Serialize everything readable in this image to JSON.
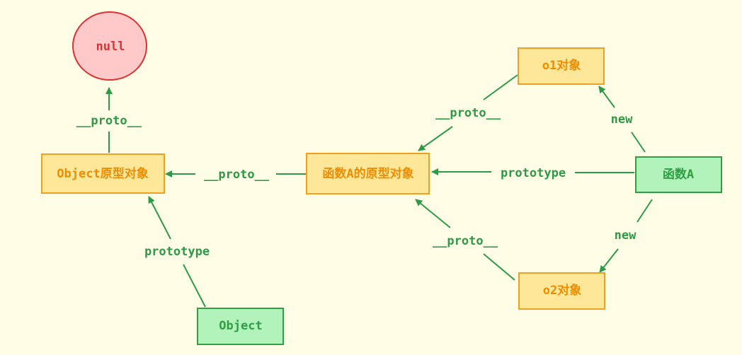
{
  "nodes": {
    "null": {
      "label": "null"
    },
    "object_prototype": {
      "label": "Object原型对象"
    },
    "object_ctor": {
      "label": "Object"
    },
    "funcA_prototype": {
      "label": "函数A的原型对象"
    },
    "funcA": {
      "label": "函数A"
    },
    "o1": {
      "label": "o1对象"
    },
    "o2": {
      "label": "o2对象"
    }
  },
  "edges": {
    "objproto_to_null": {
      "label": "__proto__"
    },
    "object_prototype_link": {
      "label": "prototype"
    },
    "funcAproto_to_objproto": {
      "label": "__proto__"
    },
    "funcA_prototype_link": {
      "label": "prototype"
    },
    "o1_proto": {
      "label": "__proto__"
    },
    "o2_proto": {
      "label": "__proto__"
    },
    "funcA_new_o1": {
      "label": "new"
    },
    "funcA_new_o2": {
      "label": "new"
    }
  },
  "colors": {
    "background": "#fffde6",
    "edge": "#2e9a47",
    "prototype_fill": "#ffe799",
    "prototype_stroke": "#f0a020",
    "prototype_text": "#f08c00",
    "function_fill": "#b2f2bb",
    "function_stroke": "#2f9e44",
    "function_text": "#2f9e44",
    "null_fill": "#ffc9c9",
    "null_stroke": "#e03131",
    "null_text": "#e03131"
  }
}
